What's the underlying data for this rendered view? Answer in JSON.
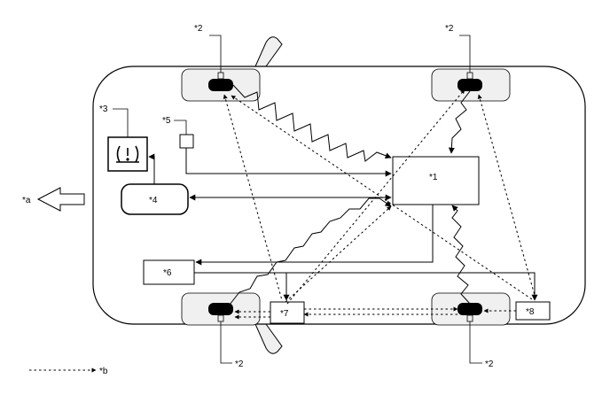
{
  "labels": {
    "ecu": "*1",
    "sensor": "*2",
    "warning_light": "*3",
    "meter": "*4",
    "switch": "*5",
    "component_6": "*6",
    "component_7": "*7",
    "component_8": "*8",
    "front_direction": "*a",
    "legend_dotted": "*b"
  },
  "icons": {
    "warning": "tire-pressure-warning-icon",
    "arrow": "vehicle-front-arrow-icon"
  },
  "colors": {
    "line": "#000000",
    "wheel": "#000000",
    "wheel_bay": "#f0f0f0"
  }
}
